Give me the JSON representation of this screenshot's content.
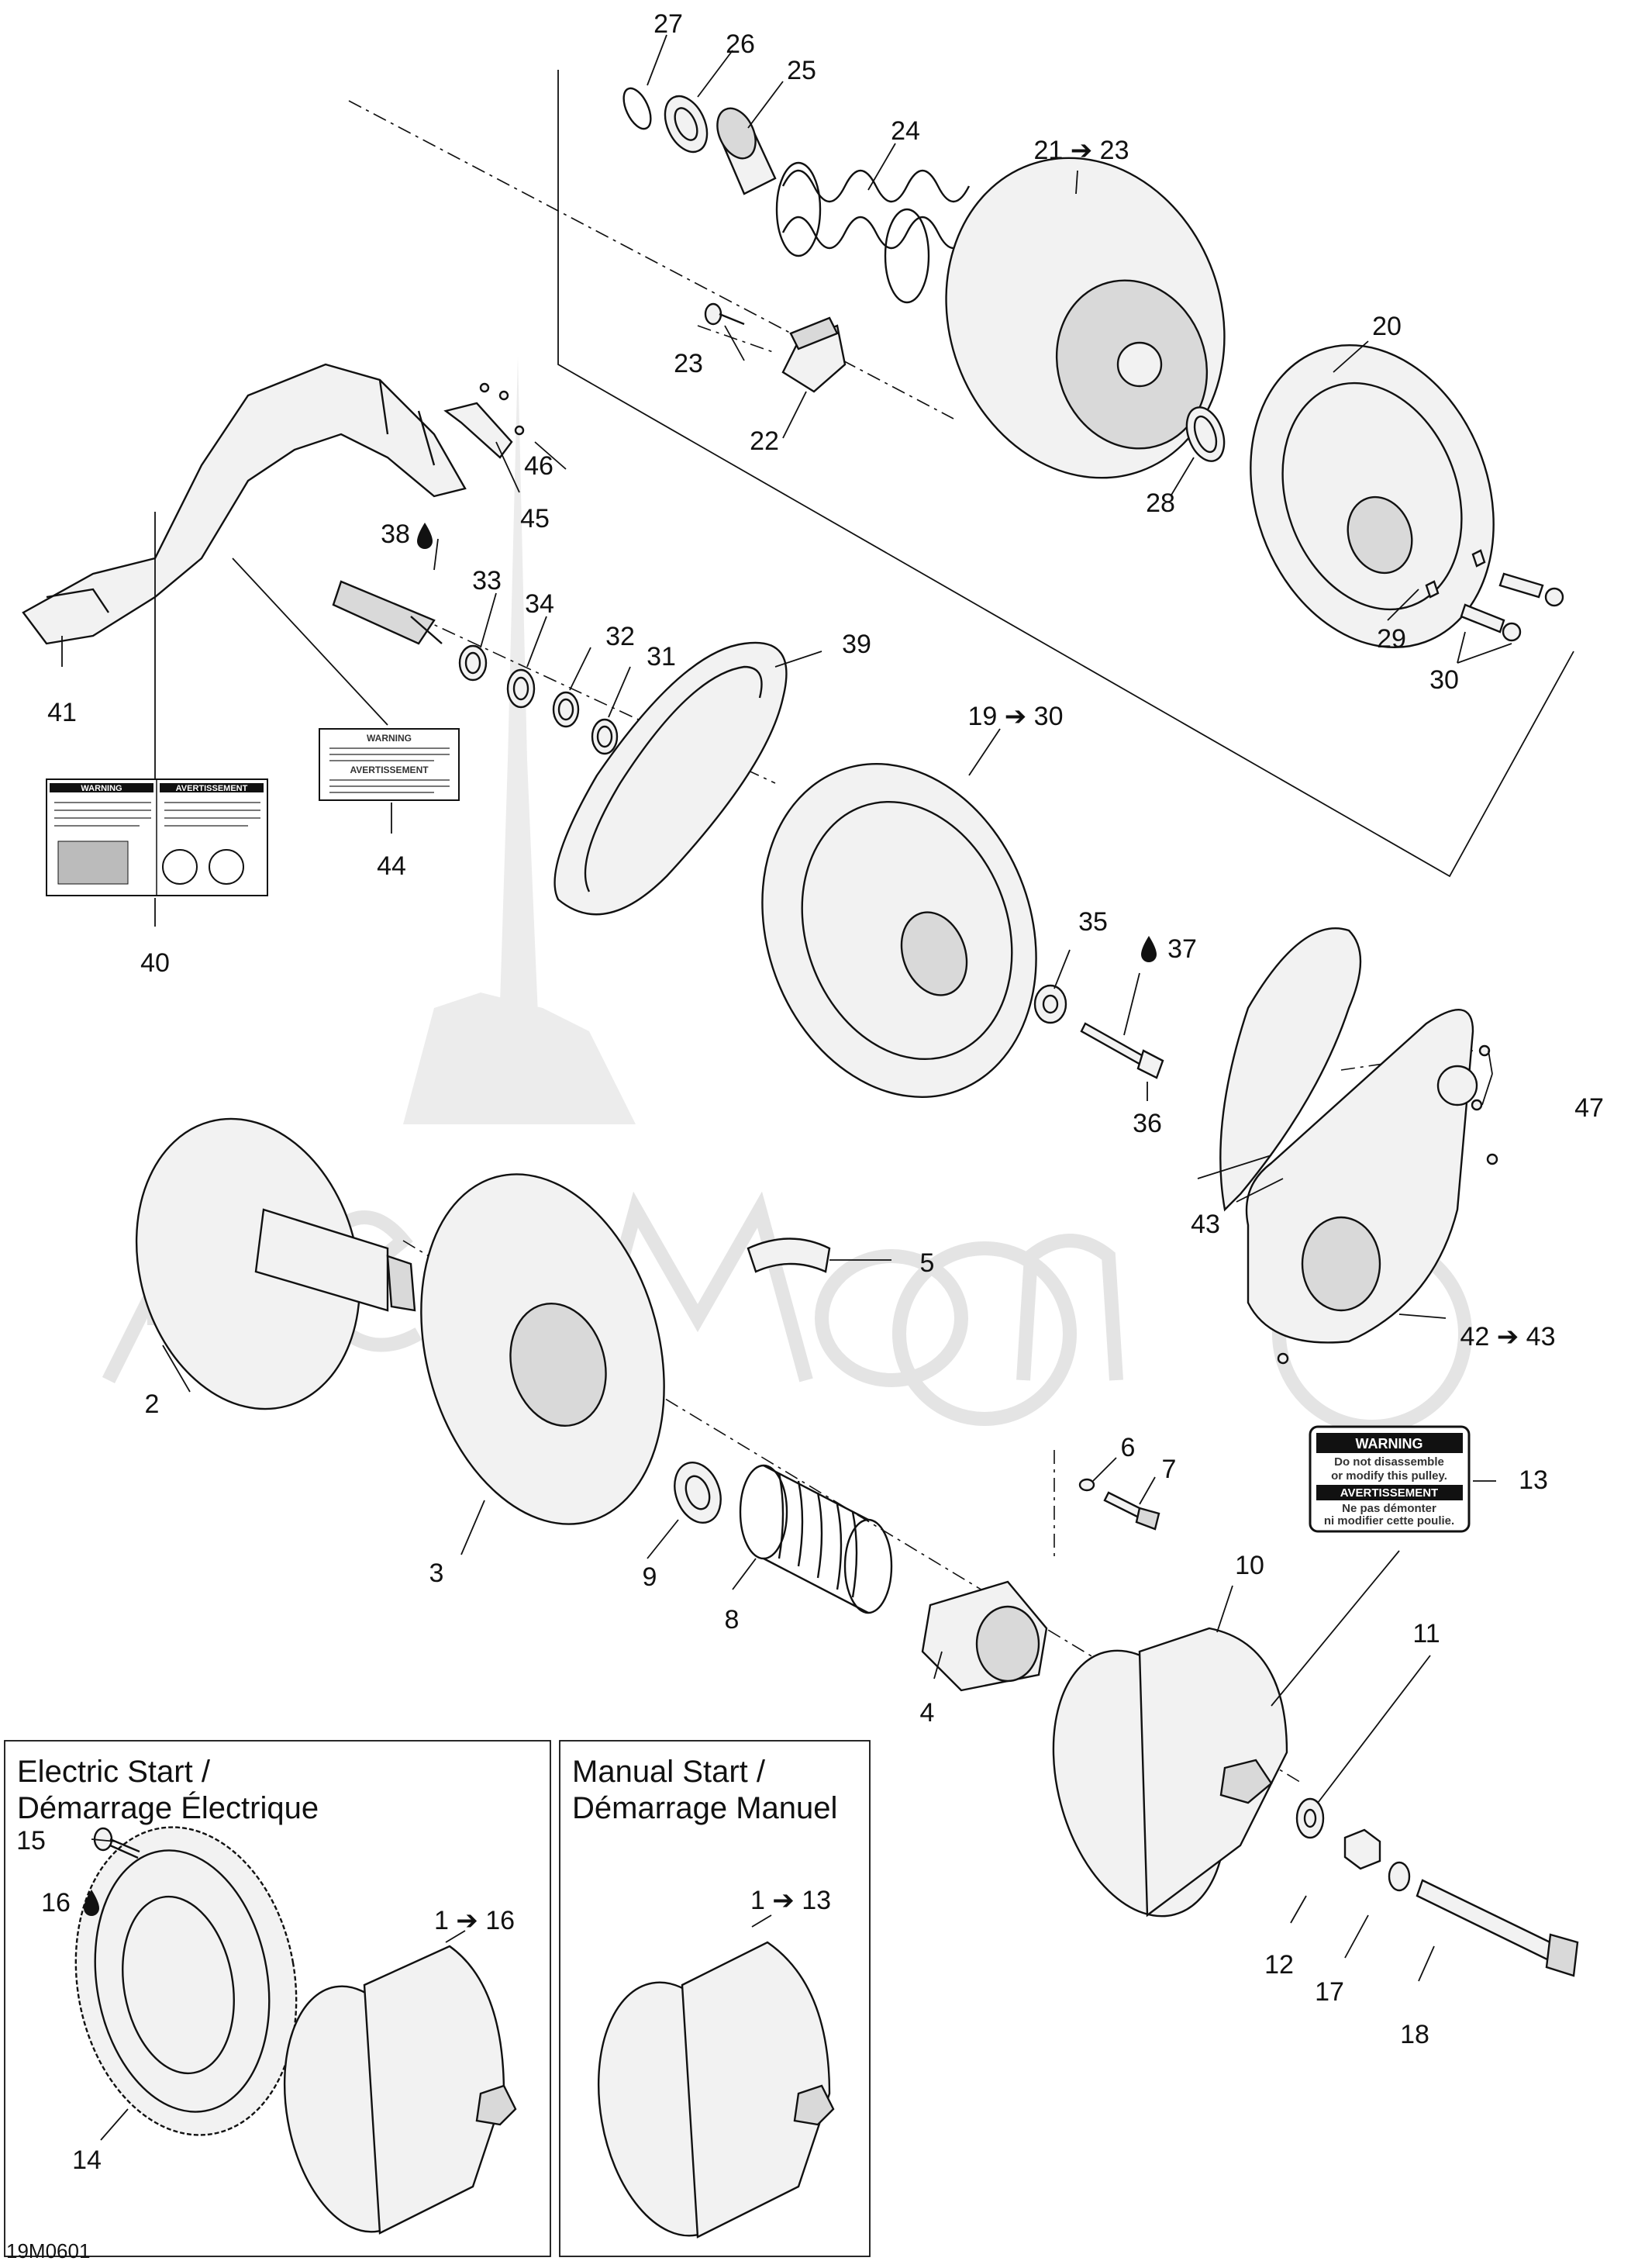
{
  "diagram": {
    "reference_code": "19M0601",
    "callouts": {
      "c2": "2",
      "c3": "3",
      "c4": "4",
      "c5": "5",
      "c6": "6",
      "c7": "7",
      "c8": "8",
      "c9": "9",
      "c10": "10",
      "c11": "11",
      "c12": "12",
      "c13": "13",
      "c14": "14",
      "c15": "15",
      "c16": "16",
      "c17": "17",
      "c18": "18",
      "c19_30": "19 ➔ 30",
      "c20": "20",
      "c21_23": "21 ➔ 23",
      "c22": "22",
      "c23": "23",
      "c24": "24",
      "c25": "25",
      "c26": "26",
      "c27": "27",
      "c28": "28",
      "c29": "29",
      "c30": "30",
      "c31": "31",
      "c32": "32",
      "c33": "33",
      "c34": "34",
      "c35": "35",
      "c36": "36",
      "c37": "37",
      "c38": "38",
      "c39": "39",
      "c40": "40",
      "c41": "41",
      "c42_43": "42 ➔ 43",
      "c43": "43",
      "c44": "44",
      "c45": "45",
      "c46": "46",
      "c47": "47",
      "c1_16": "1 ➔ 16",
      "c1_13": "1 ➔ 13"
    },
    "boxes": {
      "electric_start_line1": "Electric Start /",
      "electric_start_line2": "Démarrage Électrique",
      "manual_start_line1": "Manual Start /",
      "manual_start_line2": "Démarrage Manuel"
    },
    "decal_13": {
      "header": "WARNING",
      "line1": "Do not disassemble",
      "line2": "or modify this pulley.",
      "header_fr": "AVERTISSEMENT",
      "line3": "Ne pas démonter",
      "line4": "ni modifier cette poulie."
    },
    "decal_44": {
      "header": "WARNING",
      "header_fr": "AVERTISSEMENT"
    },
    "decal_40": {
      "header": "WARNING",
      "header_fr": "AVERTISSEMENT"
    },
    "icons": [
      "oil-drop-icon",
      "arrow-icon"
    ],
    "colors": {
      "line": "#111111",
      "fill": "#f2f2f2",
      "watermark": "#e4e4e4"
    }
  }
}
